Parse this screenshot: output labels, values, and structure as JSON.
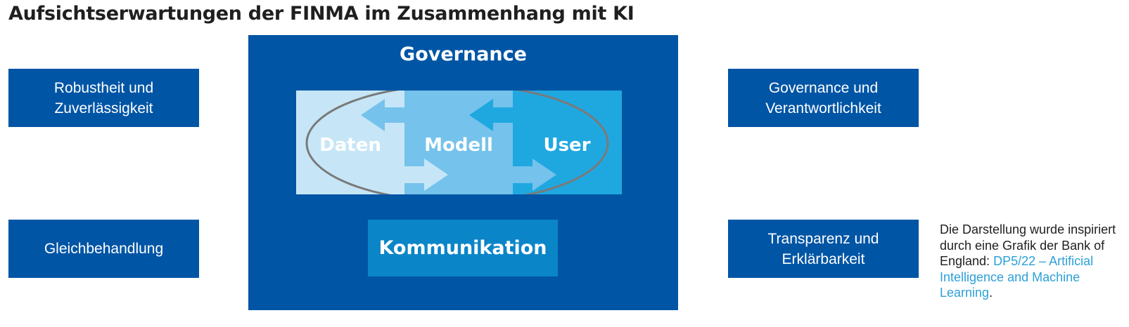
{
  "title": "Aufsichtserwartungen der FINMA im Zusammenhang mit KI",
  "left_boxes": [
    {
      "label": "Robustheit und\nZuverlässigkeit"
    },
    {
      "label": "Gleichbehandlung"
    }
  ],
  "right_boxes": [
    {
      "label": "Governance und\nVerantwortlichkeit"
    },
    {
      "label": "Transparenz und\nErklärbarkeit"
    }
  ],
  "center": {
    "governance_label": "Governance",
    "flow": {
      "segments": [
        "Daten",
        "Modell",
        "User"
      ],
      "colors": [
        "#c6e6f7",
        "#75c2ec",
        "#1fa8e0"
      ]
    },
    "communication_label": "Kommunikation"
  },
  "note": {
    "text": "Die Darstellung wurde inspiriert durch eine Grafik der Bank of England:",
    "link_text": "DP5/22 – Artificial Intelligence and Machine Learning",
    "trailing": "."
  },
  "colors": {
    "primary_blue": "#0055a5",
    "communication_blue": "#0a85c8",
    "link_blue": "#2ba0d8"
  }
}
